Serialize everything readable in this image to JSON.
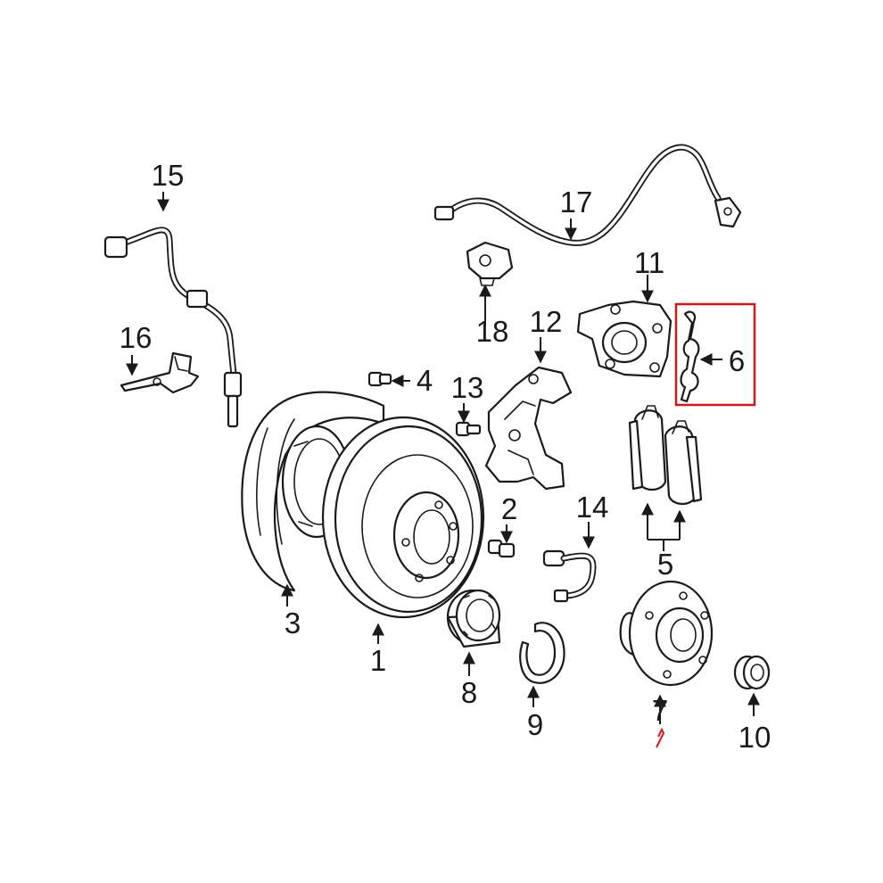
{
  "callouts": {
    "c1": "1",
    "c2": "2",
    "c3": "3",
    "c4": "4",
    "c5": "5",
    "c6": "6",
    "c7": "7",
    "c8": "8",
    "c9": "9",
    "c10": "10",
    "c11": "11",
    "c12": "12",
    "c13": "13",
    "c14": "14",
    "c15": "15",
    "c16": "16",
    "c17": "17",
    "c18": "18"
  },
  "highlight": {
    "part": "6",
    "color": "#d0191f"
  },
  "colors": {
    "line": "#1a1a1a",
    "background": "#ffffff"
  }
}
